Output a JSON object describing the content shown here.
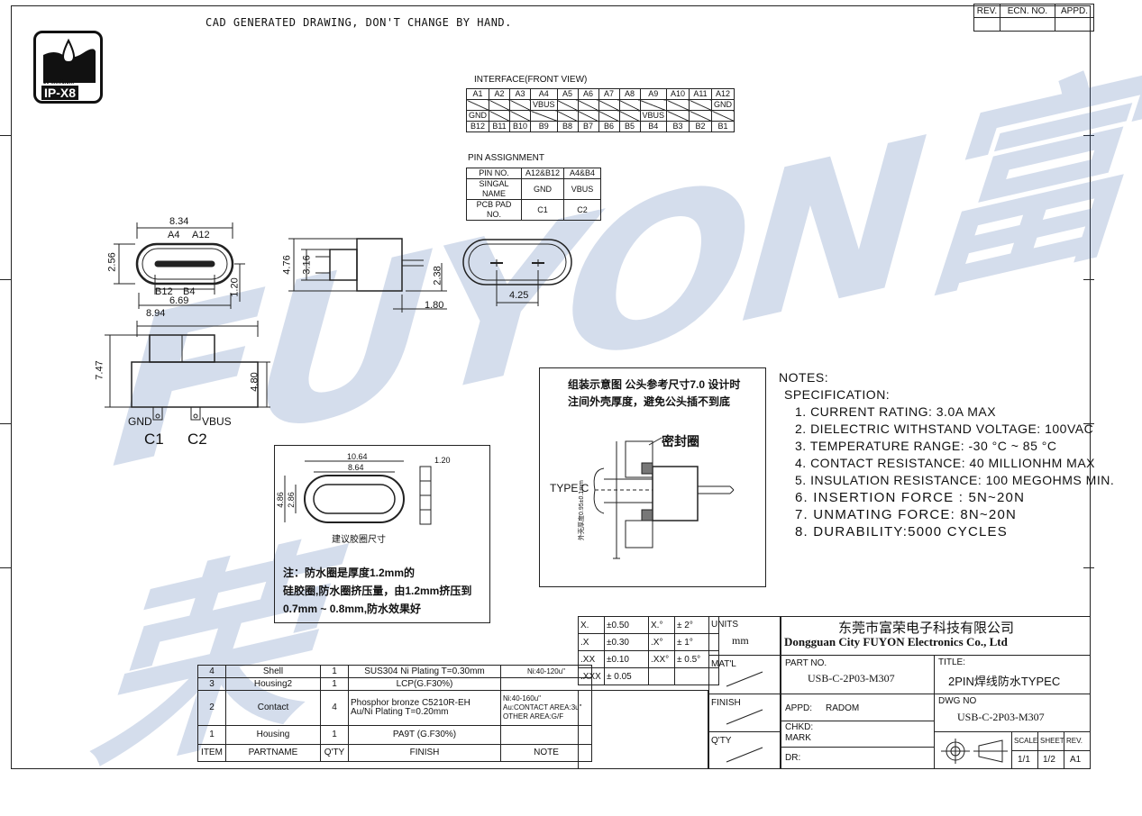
{
  "header": {
    "cad_note": "CAD GENERATED DRAWING, DON'T CHANGE BY HAND.",
    "rev_headers": [
      "REV.",
      "ECN. NO.",
      "APPD."
    ]
  },
  "badge": {
    "depth": "30 Min/1.5m",
    "rating": "IP-X8"
  },
  "interface": {
    "title": "INTERFACE(FRONT VIEW)",
    "row_a": [
      "A1",
      "A2",
      "A3",
      "A4",
      "A5",
      "A6",
      "A7",
      "A8",
      "A9",
      "A10",
      "A11",
      "A12"
    ],
    "row_a_labels": [
      "",
      "",
      "",
      "VBUS",
      "",
      "",
      "",
      "",
      "",
      "",
      "",
      "GND"
    ],
    "row_b_labels": [
      "GND",
      "",
      "",
      "",
      "",
      "",
      "",
      "",
      "VBUS",
      "",
      "",
      ""
    ],
    "row_b": [
      "B12",
      "B11",
      "B10",
      "B9",
      "B8",
      "B7",
      "B6",
      "B5",
      "B4",
      "B3",
      "B2",
      "B1"
    ]
  },
  "pin_assignment": {
    "title": "PIN ASSIGNMENT",
    "rows": [
      [
        "PIN NO.",
        "A12&B12",
        "A4&B4"
      ],
      [
        "SINGAL NAME",
        "GND",
        "VBUS"
      ],
      [
        "PCB PAD NO.",
        "C1",
        "C2"
      ]
    ]
  },
  "dims": {
    "front_w": "8.34",
    "front_h": "2.56",
    "front_a4": "A4",
    "front_a12": "A12",
    "front_b12": "B12",
    "front_b4": "B4",
    "front_inner": "6.69",
    "front_side": "1.20",
    "side_h": "4.76",
    "side_inner": "3.16",
    "side_pin": "2.38",
    "side_off": "1.80",
    "rear_pitch": "4.25",
    "bottom_w": "8.94",
    "bottom_h": "7.47",
    "bottom_body": "4.80",
    "pin_gnd": "GND",
    "pin_vbus": "VBUS",
    "pad_c1": "C1",
    "pad_c2": "C2"
  },
  "gasket": {
    "outer_w": "10.64",
    "inner_w": "8.64",
    "outer_h": "4.86",
    "inner_h": "2.86",
    "thick": "1.20",
    "caption": "建议胶圈尺寸",
    "note": [
      "注：防水圈是厚度1.2mm的",
      "硅胶圈,防水圈挤压量，由1.2mm挤压到",
      "0.7mm ~ 0.8mm,防水效果好"
    ]
  },
  "assembly": {
    "title": [
      "组装示意图 公头参考尺寸7.0 设计时",
      "注间外壳厚度，避免公头插不到底"
    ],
    "seal": "密封圈",
    "type_c": "TYPE C",
    "vertical_note": "外壳厚度0.95±0.1mm"
  },
  "notes": {
    "heading": "NOTES:",
    "spec": "SPECIFICATION:",
    "items": [
      "1.  CURRENT RATING: 3.0A MAX",
      "2.  DIELECTRIC WITHSTAND VOLTAGE: 100VAC",
      "3.  TEMPERATURE RANGE: -30 °C ~ 85 °C",
      "4.  CONTACT RESISTANCE: 40 MILLIONHM MAX",
      "5.  INSULATION RESISTANCE: 100 MEGOHMS MIN.",
      "6.  INSERTION  FORCE  :  5N~20N",
      "7.  UNMATING  FORCE:  8N~20N",
      "8.  DURABILITY:5000  CYCLES"
    ]
  },
  "bom": {
    "headers": [
      "ITEM",
      "PARTNAME",
      "Q'TY",
      "FINISH",
      "NOTE"
    ],
    "rows": [
      [
        "4",
        "Shell",
        "1",
        "SUS304  Ni   Plating  T=0.30mm",
        "Ni:40-120u\""
      ],
      [
        "3",
        "Housing2",
        "1",
        "LCP(G.F30%)",
        ""
      ],
      [
        "2",
        "Contact",
        "4",
        "Phosphor bronze  C5210R-EH\nAu/Ni   Plating    T=0.20mm",
        "Ni:40-160u\"\nAu:CONTACT AREA:3u\"\nOTHER AREA:G/F"
      ],
      [
        "1",
        "Housing",
        "1",
        "PA9T (G.F30%)",
        ""
      ]
    ]
  },
  "tolerance": {
    "rows": [
      [
        "X.",
        "±0.50",
        "X.°",
        "± 2°"
      ],
      [
        ".X",
        "±0.30",
        ".X°",
        "± 1°"
      ],
      [
        ".XX",
        "±0.10",
        ".XX°",
        "± 0.5°"
      ],
      [
        ".XXX",
        "± 0.05",
        "",
        ""
      ]
    ],
    "units_label": "UNITS",
    "units_value": "mm",
    "mat_label": "MAT'L",
    "finish_label": "FINISH",
    "qty_label": "Q'TY"
  },
  "title_block": {
    "company_cn": "东莞市富荣电子科技有限公司",
    "company_en": "Dongguan City FUYON Electronics Co., Ltd",
    "part_no_label": "PART  NO.",
    "part_no": "USB-C-2P03-M307",
    "title_label": "TITLE:",
    "title": "2PIN焊线防水TYPEC",
    "appd_label": "APPD:",
    "appd_value": "RADOM",
    "chkd_label": "CHKD:",
    "mark_label": "MARK",
    "dr_label": "DR:",
    "dwg_label": "DWG NO",
    "dwg_no": "USB-C-2P03-M307",
    "scale_label": "SCALE",
    "sheet_label": "SHEET",
    "rev_label": "REV.",
    "scale": "1/1",
    "sheet": "1/2",
    "rev": "A1"
  },
  "watermark": "FUYON富荣",
  "colors": {
    "watermark": "#3c64aa",
    "line": "#222222"
  }
}
